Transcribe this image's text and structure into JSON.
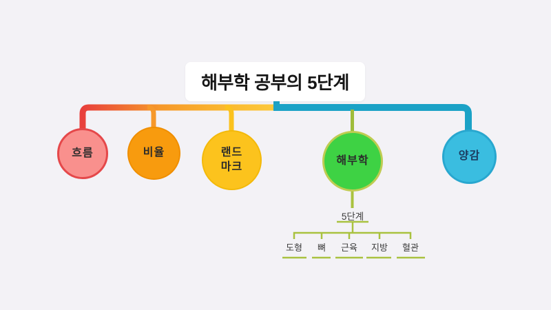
{
  "title": "해부학 공부의 5단계",
  "colors": {
    "background": "#F3F2F6",
    "warm_branch_gradient": [
      "#E8403C",
      "#F6982A",
      "#FBB92E",
      "#FCC93D"
    ],
    "blue_branch": "#1BA2C6",
    "olive_branch": "#A9C23F",
    "title_box": "#FFFFFF"
  },
  "nodes": [
    {
      "label": "흐름",
      "fill": "#F9908D",
      "border": "#E5484A"
    },
    {
      "label": "비율",
      "fill": "#F89B0E",
      "border": "#EF8E00"
    },
    {
      "label": "랜드\n마크",
      "fill": "#FCC31D",
      "border": "#F3B90A"
    },
    {
      "label": "해부학",
      "fill": "#3ED244",
      "border": "#BFCC52"
    },
    {
      "label": "양감",
      "fill": "#3ABDE0",
      "border": "#28A7CF"
    }
  ],
  "subtree": {
    "parent_label": "5단계",
    "children": [
      {
        "label": "도형"
      },
      {
        "label": "뼈"
      },
      {
        "label": "근육"
      },
      {
        "label": "지방"
      },
      {
        "label": "혈관"
      }
    ]
  }
}
